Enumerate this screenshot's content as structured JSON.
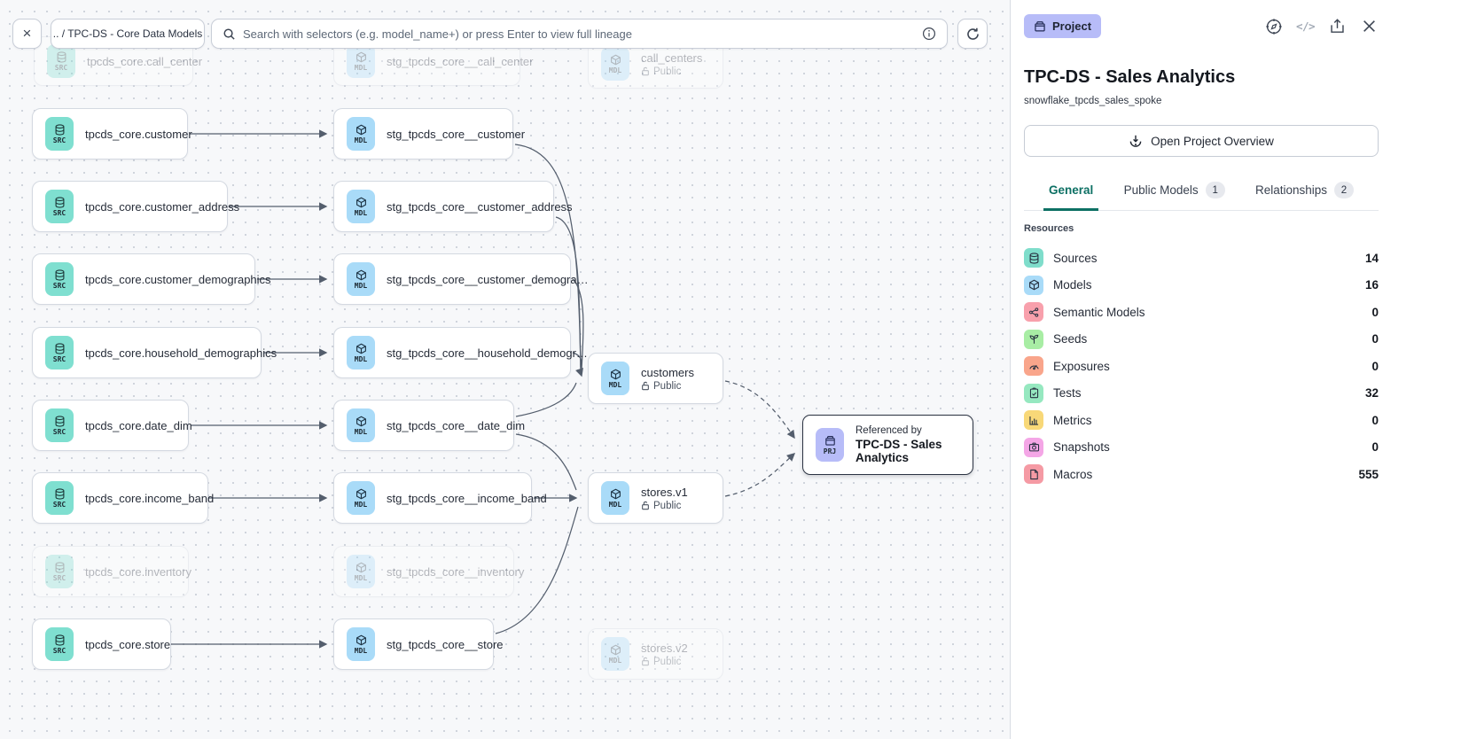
{
  "topbar": {
    "close_glyph": "×",
    "breadcrumb": ".. / TPC-DS - Core Data Models",
    "search_placeholder": "Search with selectors (e.g. model_name+) or press Enter to view full lineage"
  },
  "colors": {
    "accent_teal": "#0d7064",
    "badge_src": "#7fdfd0",
    "badge_mdl": "#a9dbf8",
    "badge_prj": "#b7bcf8",
    "project_chip": "#b7bcf8"
  },
  "graph": {
    "badges": {
      "src": "SRC",
      "mdl": "MDL",
      "prj": "PRJ"
    },
    "public_label": "Public",
    "nodes": [
      {
        "label": "tpcds_core.call_center"
      },
      {
        "label": "tpcds_core.customer"
      },
      {
        "label": "tpcds_core.customer_address"
      },
      {
        "label": "tpcds_core.customer_demographics"
      },
      {
        "label": "tpcds_core.household_demographics"
      },
      {
        "label": "tpcds_core.date_dim"
      },
      {
        "label": "tpcds_core.income_band"
      },
      {
        "label": "tpcds_core.inventory"
      },
      {
        "label": "tpcds_core.store"
      },
      {
        "label": "stg_tpcds_core__call_center"
      },
      {
        "label": "stg_tpcds_core__customer"
      },
      {
        "label": "stg_tpcds_core__customer_address"
      },
      {
        "label": "stg_tpcds_core__customer_demogra…"
      },
      {
        "label": "stg_tpcds_core__household_demogr…"
      },
      {
        "label": "stg_tpcds_core__date_dim"
      },
      {
        "label": "stg_tpcds_core__income_band"
      },
      {
        "label": "stg_tpcds_core__inventory"
      },
      {
        "label": "stg_tpcds_core__store"
      },
      {
        "label": "call_centers"
      },
      {
        "label": "customers"
      },
      {
        "label": "stores.v1"
      },
      {
        "label": "stores.v2"
      }
    ],
    "project_node": {
      "caption": "Referenced by",
      "name": "TPC-DS - Sales Analytics"
    }
  },
  "panel": {
    "type_badge": "Project",
    "title": "TPC-DS - Sales Analytics",
    "subtitle": "snowflake_tpcds_sales_spoke",
    "overview_button": "Open Project Overview",
    "code_icon_glyph": "</>",
    "tabs": [
      {
        "label": "General",
        "badge": ""
      },
      {
        "label": "Public Models",
        "badge": "1"
      },
      {
        "label": "Relationships",
        "badge": "2"
      }
    ],
    "resources_header": "Resources",
    "resources": [
      {
        "label": "Sources",
        "value": "14",
        "color": "#7fddcb"
      },
      {
        "label": "Models",
        "value": "16",
        "color": "#a9dbf8"
      },
      {
        "label": "Semantic Models",
        "value": "0",
        "color": "#f8a0ac"
      },
      {
        "label": "Seeds",
        "value": "0",
        "color": "#a8eda4"
      },
      {
        "label": "Exposures",
        "value": "0",
        "color": "#f9a58b"
      },
      {
        "label": "Tests",
        "value": "32",
        "color": "#96e8c0"
      },
      {
        "label": "Metrics",
        "value": "0",
        "color": "#f8d878"
      },
      {
        "label": "Snapshots",
        "value": "0",
        "color": "#f4a6e6"
      },
      {
        "label": "Macros",
        "value": "555",
        "color": "#f59aa4"
      }
    ]
  }
}
